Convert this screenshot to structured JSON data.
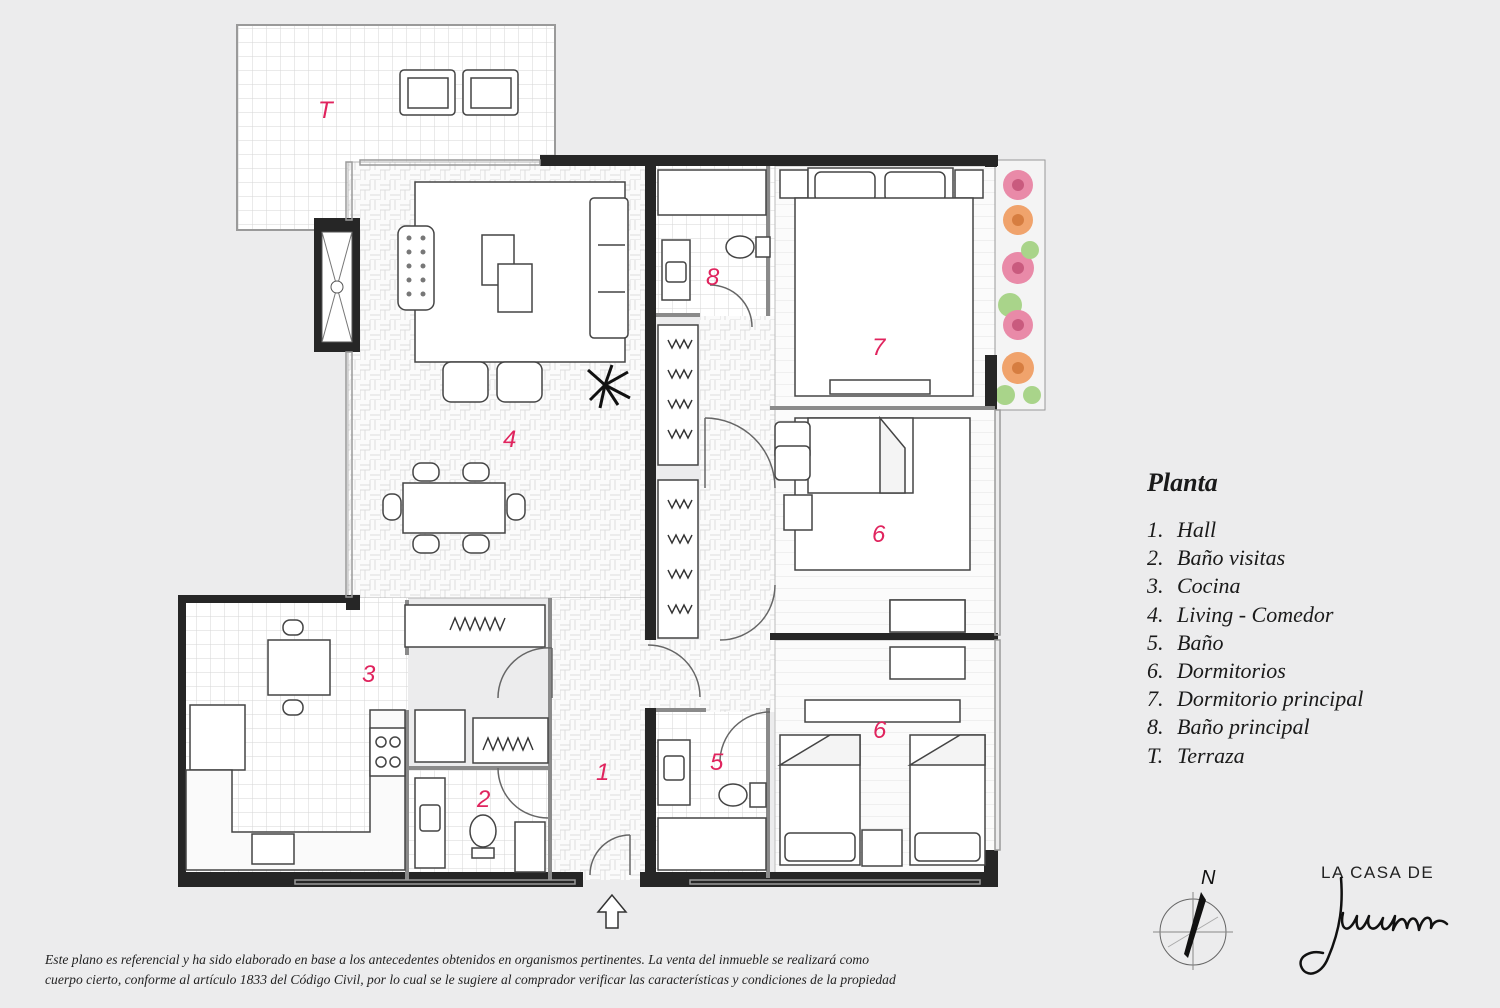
{
  "plan": {
    "room_labels": [
      {
        "id": "T",
        "text": "T"
      },
      {
        "id": "8",
        "text": "8"
      },
      {
        "id": "7",
        "text": "7"
      },
      {
        "id": "4",
        "text": "4"
      },
      {
        "id": "6a",
        "text": "6"
      },
      {
        "id": "3",
        "text": "3"
      },
      {
        "id": "6b",
        "text": "6"
      },
      {
        "id": "5",
        "text": "5"
      },
      {
        "id": "1",
        "text": "1"
      },
      {
        "id": "2",
        "text": "2"
      }
    ],
    "label_color": "#e0245e",
    "wall_color": "#262626",
    "paving_color": "#ffffff"
  },
  "legend": {
    "title": "Planta",
    "items": [
      {
        "num": "1.",
        "label": "Hall"
      },
      {
        "num": "2.",
        "label": "Baño visitas"
      },
      {
        "num": "3.",
        "label": "Cocina"
      },
      {
        "num": "4.",
        "label": "Living - Comedor"
      },
      {
        "num": "5.",
        "label": "Baño"
      },
      {
        "num": "6.",
        "label": "Dormitorios"
      },
      {
        "num": "7.",
        "label": "Dormitorio principal"
      },
      {
        "num": "8.",
        "label": "Baño principal"
      },
      {
        "num": "T.",
        "label": "Terraza"
      }
    ]
  },
  "compass": {
    "north": "N"
  },
  "brand": {
    "top": "LA CASA DE",
    "script": "Juana"
  },
  "disclaimer": {
    "line1": "Este plano es referencial y ha sido elaborado en base a los antecedentes obtenidos en organismos pertinentes.  La venta del inmueble se realizará como",
    "line2": "cuerpo cierto, conforme al artículo 1833 del Código Civil, por lo cual se le sugiere al comprador verificar las características y condiciones de la propiedad"
  }
}
